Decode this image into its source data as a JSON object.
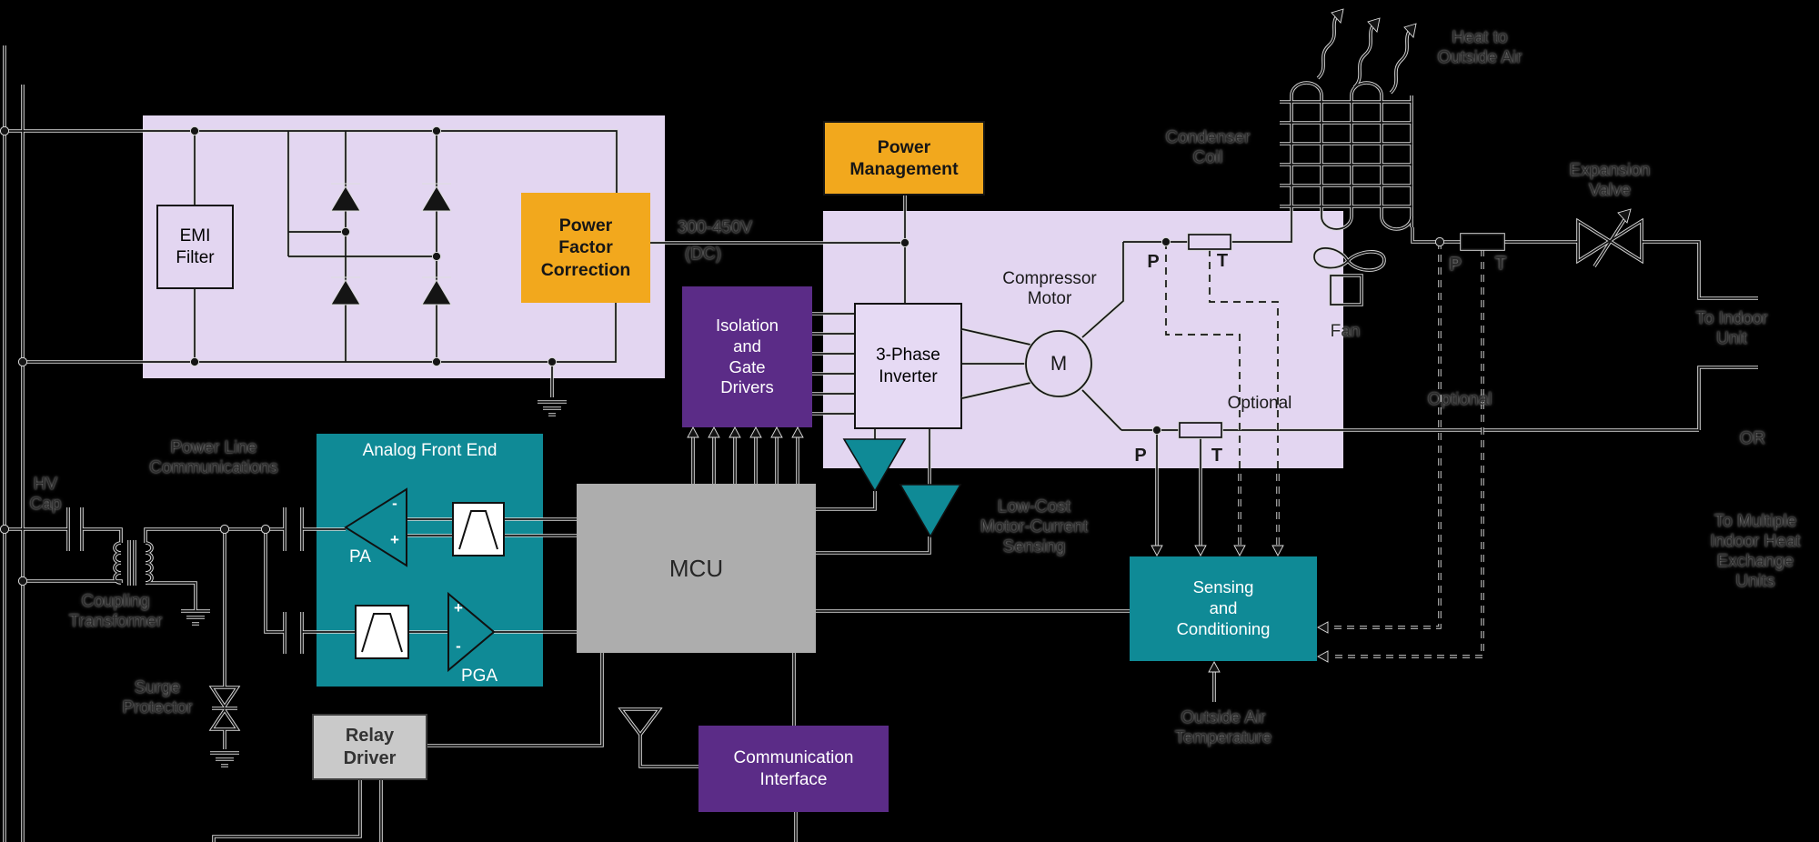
{
  "colors": {
    "background": "#000000",
    "purple_light": "#E3D6F1",
    "orange": "#F2A81D",
    "purple_dark": "#5B2C87",
    "teal": "#0F8A96",
    "gray_mcu": "#ADADAD",
    "gray_relay": "#C9C9C9",
    "wire_core": "#141414",
    "wire_halo": "#D9D9D9"
  },
  "blocks": {
    "emi": {
      "l1": "EMI",
      "l2": "Filter"
    },
    "pfc": {
      "l1": "Power",
      "l2": "Factor",
      "l3": "Correction"
    },
    "power_mgmt": {
      "l1": "Power",
      "l2": "Management"
    },
    "isolation": {
      "l1": "Isolation",
      "l2": "and",
      "l3": "Gate",
      "l4": "Drivers"
    },
    "inverter": {
      "l1": "3-Phase",
      "l2": "Inverter"
    },
    "mcu": {
      "label": "MCU"
    },
    "afe": {
      "title": "Analog Front End",
      "pa": "PA",
      "pga": "PGA",
      "plus": "+",
      "minus": "-"
    },
    "relay": {
      "l1": "Relay",
      "l2": "Driver"
    },
    "comm": {
      "l1": "Communication",
      "l2": "Interface"
    },
    "sensing": {
      "l1": "Sensing",
      "l2": "and",
      "l3": "Conditioning"
    }
  },
  "labels": {
    "dc_bus": {
      "l1": "300-450V",
      "l2": "(DC)"
    },
    "compressor": {
      "l1": "Compressor",
      "l2": "Motor"
    },
    "motor": "M",
    "low_cost": {
      "l1": "Low-Cost",
      "l2": "Motor-Current",
      "l3": "Sensing"
    },
    "condenser": {
      "l1": "Condenser",
      "l2": "Coil"
    },
    "heat": {
      "l1": "Heat to",
      "l2": "Outside Air"
    },
    "fan": "Fan",
    "expansion": {
      "l1": "Expansion",
      "l2": "Valve"
    },
    "to_indoor": {
      "l1": "To Indoor",
      "l2": "Unit"
    },
    "or_label": "OR",
    "to_multiple": {
      "l1": "To Multiple",
      "l2": "Indoor Heat",
      "l3": "Exchange",
      "l4": "Units"
    },
    "optional": "Optional",
    "outside_air": {
      "l1": "Outside Air",
      "l2": "Temperature"
    },
    "plc": {
      "l1": "Power Line",
      "l2": "Communications"
    },
    "hv_cap": {
      "l1": "HV",
      "l2": "Cap"
    },
    "coupling": {
      "l1": "Coupling",
      "l2": "Transformer"
    },
    "surge": {
      "l1": "Surge",
      "l2": "Protector"
    },
    "sensor_p": "P",
    "sensor_t": "T"
  }
}
